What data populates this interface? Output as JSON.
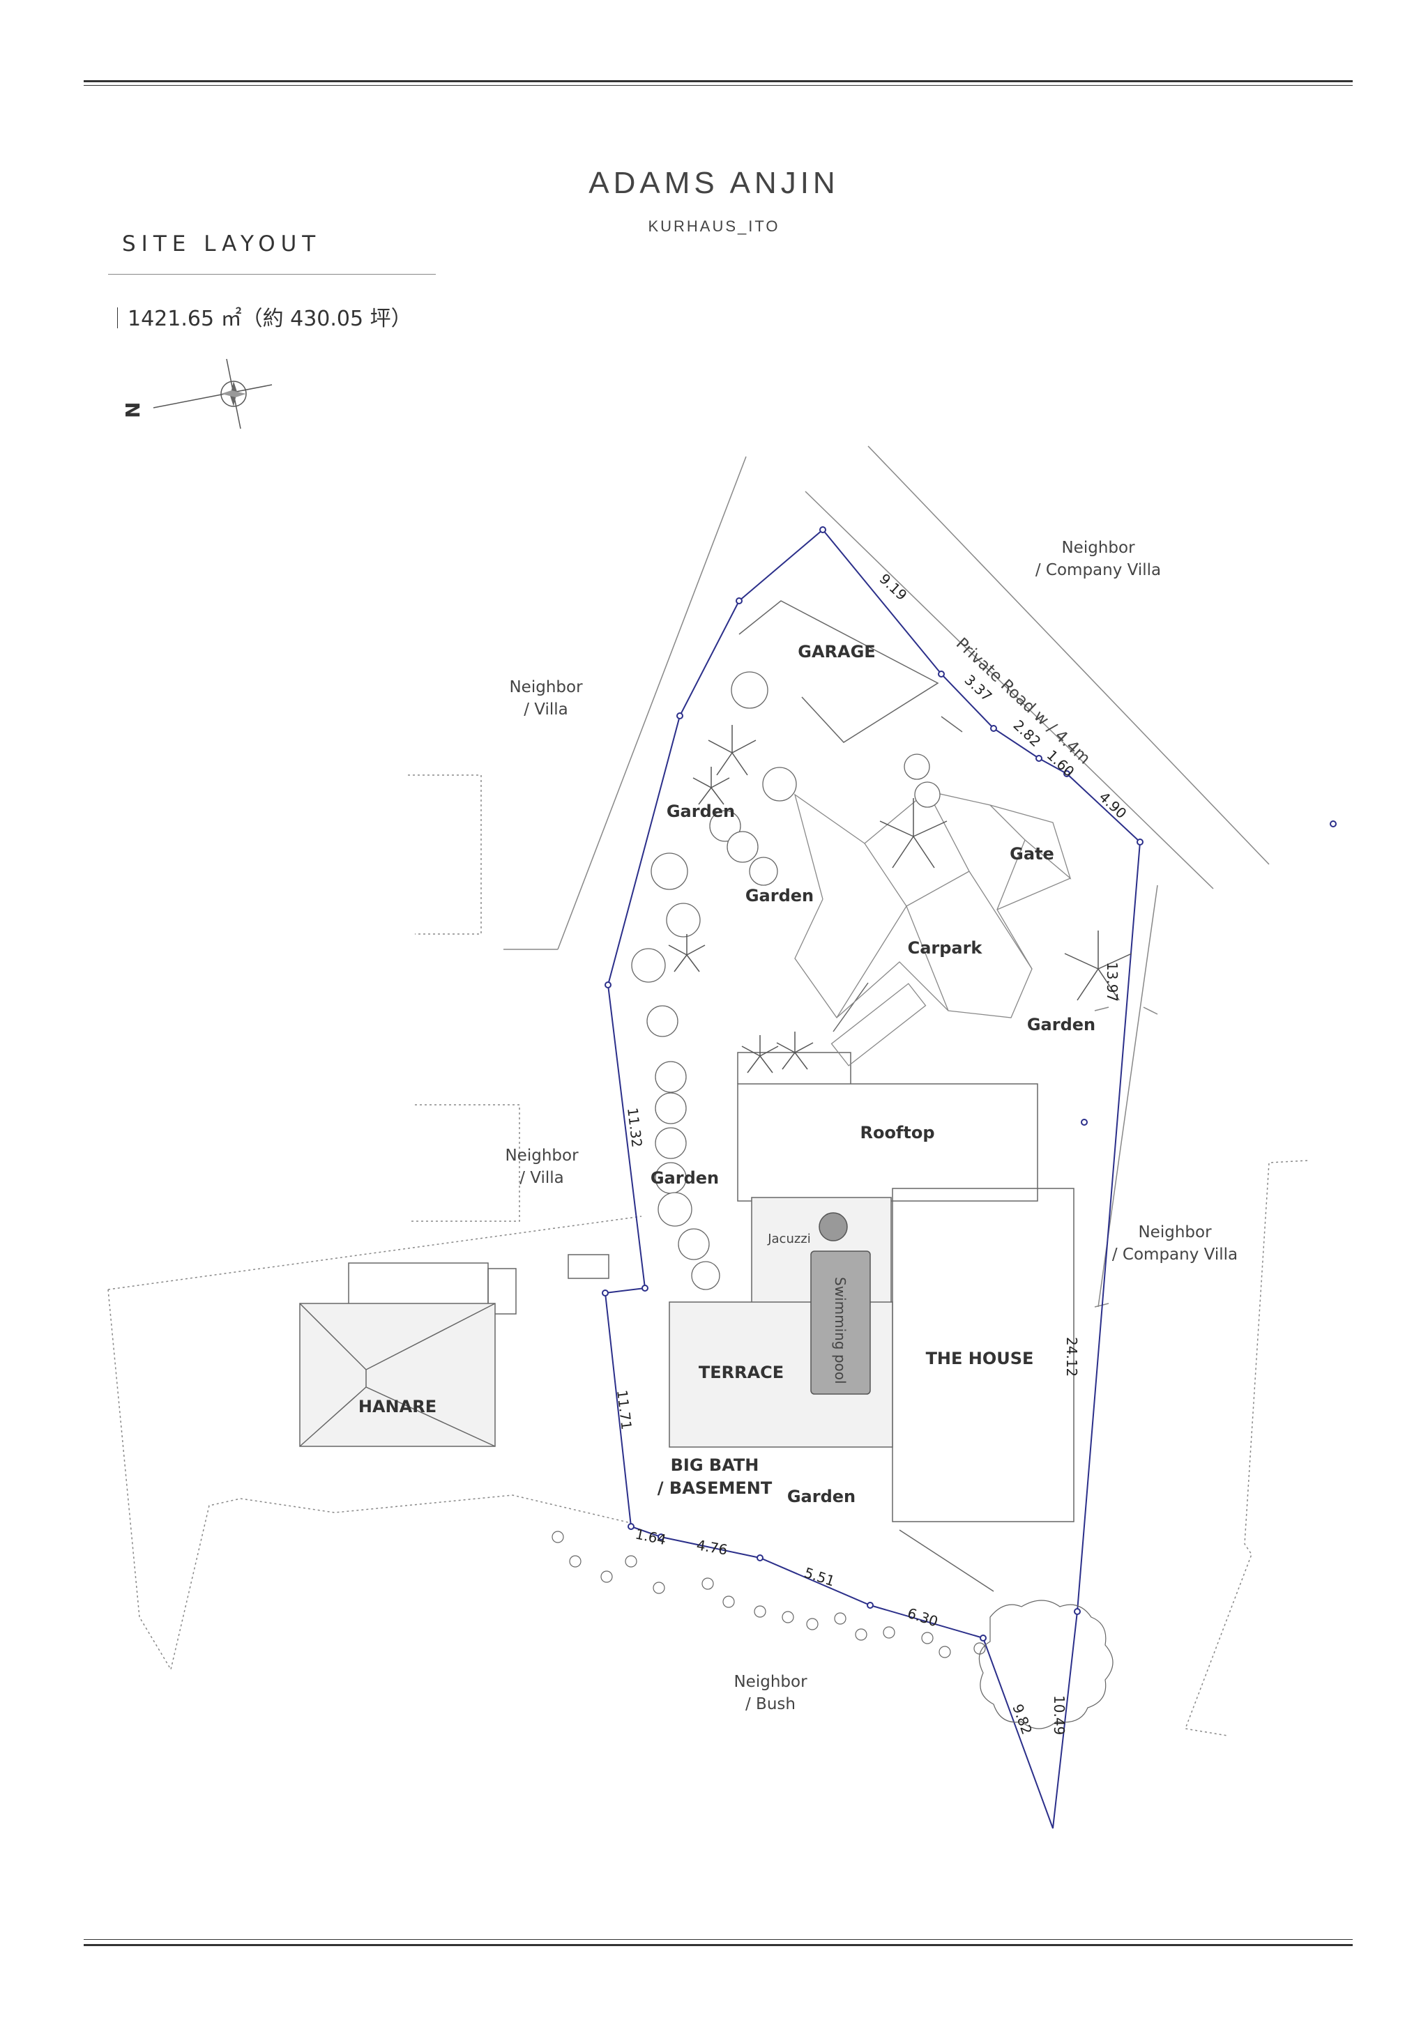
{
  "header": {
    "title": "ADAMS ANJIN",
    "subtitle": "KURHAUS_ITO"
  },
  "section": {
    "title": "SITE LAYOUT",
    "area": "1421.65 ㎡（約 430.05 坪）"
  },
  "compass": {
    "north_label": "N"
  },
  "plan": {
    "neighbors": {
      "company_villa_top": [
        "Neighbor",
        "/ Company Villa"
      ],
      "villa_upper": [
        "Neighbor",
        "/ Villa"
      ],
      "villa_lower": [
        "Neighbor",
        "/ Villa"
      ],
      "company_villa_right": [
        "Neighbor",
        "/ Company Villa"
      ],
      "bush": [
        "Neighbor",
        "/ Bush"
      ]
    },
    "road_label": "Private Road  w / 4.4m",
    "areas": {
      "garage": "GARAGE",
      "gate": "Gate",
      "carpark": "Carpark",
      "garden_1": "Garden",
      "garden_2": "Garden",
      "garden_3": "Garden",
      "garden_4": "Garden",
      "garden_5": "Garden",
      "rooftop": "Rooftop",
      "jacuzzi": "Jacuzzi",
      "swimming_pool": "Swimming pool",
      "house": "THE HOUSE",
      "terrace": "TERRACE",
      "big_bath_1": "BIG BATH",
      "big_bath_2": "/ BASEMENT",
      "hanare": "HANARE"
    },
    "dimensions": {
      "d_9_19": "9.19",
      "d_3_37": "3.37",
      "d_2_82": "2.82",
      "d_1_60": "1.60",
      "d_4_90": "4.90",
      "d_13_97": "13.97",
      "d_24_12": "24.12",
      "d_10_49": "10.49",
      "d_9_82": "9.82",
      "d_6_30": "6.30",
      "d_5_51": "5.51",
      "d_4_76": "4.76",
      "d_1_64": "1.64",
      "d_11_71": "11.71",
      "d_11_32": "11.32"
    }
  },
  "colors": {
    "boundary": "#2b2f8a",
    "linework": "#777777",
    "rule": "#333333"
  }
}
